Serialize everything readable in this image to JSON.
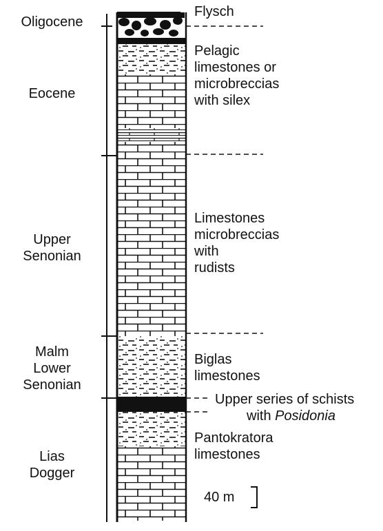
{
  "figure": {
    "ages": [
      {
        "id": "oligocene",
        "lines": [
          "Oligocene"
        ]
      },
      {
        "id": "eocene",
        "lines": [
          "Eocene"
        ]
      },
      {
        "id": "upper-senonian",
        "lines": [
          "Upper",
          "Senonian"
        ]
      },
      {
        "id": "malm-lower-senonian",
        "lines": [
          "Malm",
          "Lower",
          "Senonian"
        ]
      },
      {
        "id": "lias-dogger",
        "lines": [
          "Lias",
          "Dogger"
        ]
      }
    ],
    "lithology": [
      {
        "id": "flysch",
        "lines": [
          "Flysch"
        ]
      },
      {
        "id": "pelagic",
        "lines": [
          "Pelagic",
          "limestones or",
          "microbreccias",
          "with silex"
        ]
      },
      {
        "id": "limestones-rudists",
        "lines": [
          "Limestones",
          "microbreccias",
          "with",
          "rudists"
        ]
      },
      {
        "id": "biglas",
        "lines": [
          "Biglas",
          "limestones"
        ]
      },
      {
        "id": "schists-1",
        "lines": [
          "Upper series of schists"
        ]
      },
      {
        "id": "schists-2",
        "prefix": "with ",
        "italic": "Posidonia"
      },
      {
        "id": "pantokratora",
        "lines": [
          "Pantokratora",
          "limestones"
        ]
      }
    ],
    "scale": {
      "label": "40 m"
    }
  }
}
